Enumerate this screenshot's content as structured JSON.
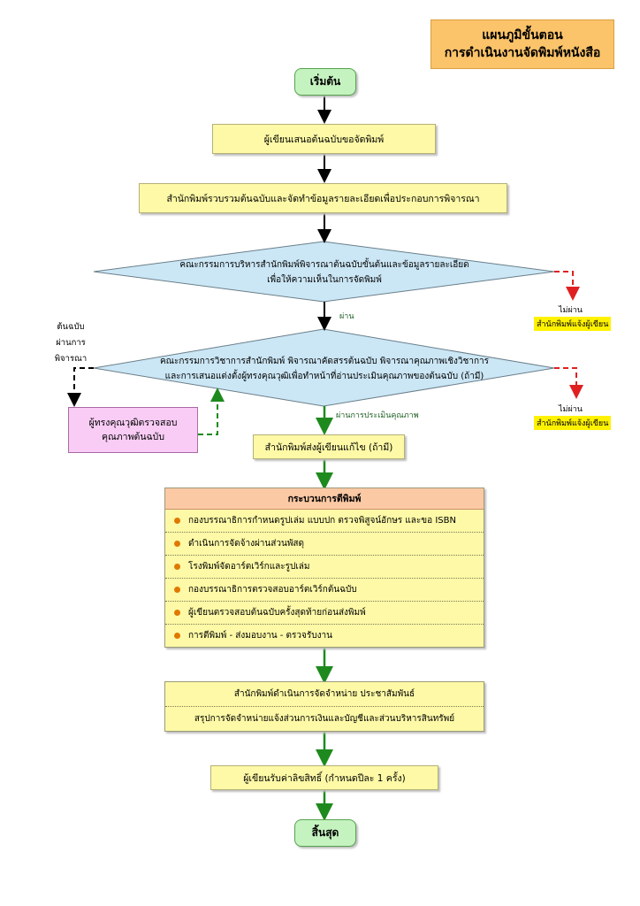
{
  "title": {
    "line1": "แผนภูมิขั้นตอน",
    "line2": "การดำเนินงานจัดพิมพ์หนังสือ"
  },
  "start_label": "เริ่มต้น",
  "end_label": "สิ้นสุด",
  "steps": {
    "author_submit": "ผู้เขียนเสนอต้นฉบับขอจัดพิมพ์",
    "press_collect": "สำนักพิมพ์รวบรวมต้นฉบับและจัดทำข้อมูลรายละเอียดเพื่อประกอบการพิจารณา",
    "board_review_line1": "คณะกรรมการบริหารสำนักพิมพ์พิจารณาต้นฉบับขั้นต้นและข้อมูลรายละเอียด",
    "board_review_line2": "เพื่อให้ความเห็นในการจัดพิมพ์",
    "academic_review_line1": "คณะกรรมการวิชาการสำนักพิมพ์ พิจารณาคัดสรรต้นฉบับ พิจารณาคุณภาพเชิงวิชาการ",
    "academic_review_line2": "และการเสนอแต่งตั้งผู้ทรงคุณวุฒิเพื่อทำหน้าที่อ่านประเมินคุณภาพของต้นฉบับ (ถ้ามี)",
    "expert_line1": "ผู้ทรงคุณวุฒิตรวจสอบ",
    "expert_line2": "คุณภาพต้นฉบับ",
    "send_back_author": "สำนักพิมพ์ส่งผู้เขียนแก้ไข (ถ้ามี)",
    "distribution_line1": "สำนักพิมพ์ดำเนินการจัดจำหน่าย  ประชาสัมพันธ์",
    "distribution_line2": "สรุปการจัดจำหน่ายแจ้งส่วนการเงินและบัญชีและส่วนบริหารสินทรัพย์",
    "royalty": "ผู้เขียนรับค่าลิขสิทธิ์ (กำหนดปีละ 1 ครั้ง)"
  },
  "printing": {
    "header": "กระบวนการตีพิมพ์",
    "items": [
      "กองบรรณาธิการกำหนดรูปเล่ม แบบปก ตรวจพิสูจน์อักษร และขอ ISBN",
      "ดำเนินการจัดจ้างผ่านส่วนพัสดุ",
      "โรงพิมพ์จัดอาร์ตเวิร์กและรูปเล่ม",
      "กองบรรณาธิการตรวจสอบอาร์ตเวิร์กต้นฉบับ",
      "ผู้เขียนตรวจสอบต้นฉบับครั้งสุดท้ายก่อนส่งพิมพ์",
      "การตีพิมพ์ - ส่งมอบงาน - ตรวจรับงาน"
    ]
  },
  "labels": {
    "pass": "ผ่าน",
    "pass_quality": "ผ่านการประเมินคุณภาพ",
    "fail_1": "ไม่ผ่าน",
    "fail_1_note": "สำนักพิมพ์แจ้งผู้เขียน",
    "fail_2": "ไม่ผ่าน",
    "fail_2_note": "สำนักพิมพ์แจ้งผู้เขียน",
    "side_line1": "ต้นฉบับ",
    "side_line2": "ผ่านการ",
    "side_line3": "พิจารณา"
  },
  "colors": {
    "title_fill": "#fbc36a",
    "terminal_fill": "#c5f3c0",
    "process_fill": "#fdf9a6",
    "decision_fill": "#cbe6f5",
    "expert_fill": "#f8ccf4",
    "printing_header_fill": "#fbc9a4",
    "pass_arrow": "#1e8a1e",
    "fail_arrow": "#e02020",
    "note_fill": "#fff200"
  }
}
